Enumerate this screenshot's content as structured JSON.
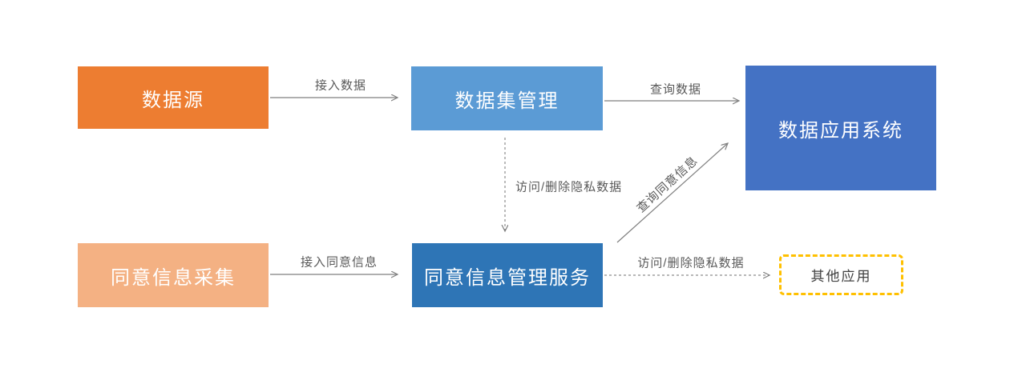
{
  "diagram": {
    "background": "#FFFFFF",
    "nodes": [
      {
        "id": "data-source",
        "label": "数据源",
        "bg": "#ED7D31",
        "text_color": "#FFFFFF"
      },
      {
        "id": "dataset-management",
        "label": "数据集管理",
        "bg": "#5B9BD5",
        "text_color": "#FFFFFF"
      },
      {
        "id": "data-application-system",
        "label": "数据应用系统",
        "bg": "#4472C4",
        "text_color": "#FFFFFF"
      },
      {
        "id": "consent-info-collection",
        "label": "同意信息采集",
        "bg": "#F4B183",
        "text_color": "#FFFFFF"
      },
      {
        "id": "consent-info-management-service",
        "label": "同意信息管理服务",
        "bg": "#2E75B6",
        "text_color": "#FFFFFF"
      },
      {
        "id": "other-applications",
        "label": "其他应用",
        "bg": "#FFFFFF",
        "border_color": "#FFC000",
        "text_color": "#404040"
      }
    ],
    "edges": [
      {
        "id": "access-data",
        "label": "接入数据",
        "from": "data-source",
        "to": "dataset-management",
        "style": "solid"
      },
      {
        "id": "query-data",
        "label": "查询数据",
        "from": "dataset-management",
        "to": "data-application-system",
        "style": "solid"
      },
      {
        "id": "access-delete-private-data-down",
        "label": "访问/删除隐私数据",
        "from": "dataset-management",
        "to": "consent-info-management-service",
        "style": "dashed"
      },
      {
        "id": "query-consent-info",
        "label": "查询同意信息",
        "from": "consent-info-management-service",
        "to": "data-application-system",
        "style": "solid"
      },
      {
        "id": "access-consent-info",
        "label": "接入同意信息",
        "from": "consent-info-collection",
        "to": "consent-info-management-service",
        "style": "solid"
      },
      {
        "id": "access-delete-private-data-right",
        "label": "访问/删除隐私数据",
        "from": "consent-info-management-service",
        "to": "other-applications",
        "style": "dashed"
      }
    ],
    "colors": {
      "arrow": "#7F7F7F",
      "edge_label": "#595959",
      "other_app_border": "#FFC000"
    }
  }
}
